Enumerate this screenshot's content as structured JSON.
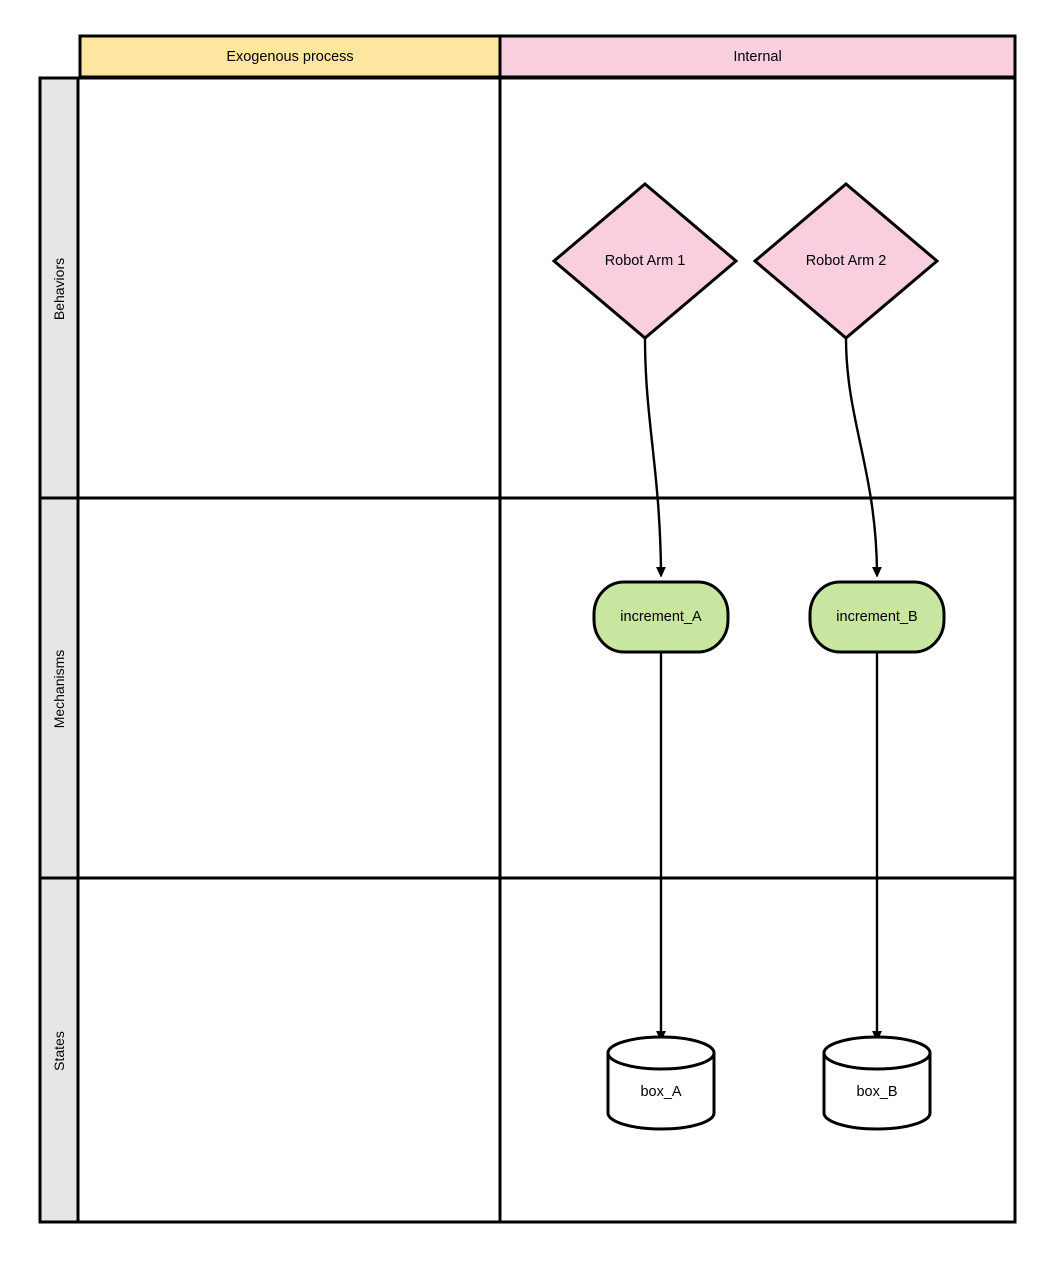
{
  "diagram": {
    "title": "Swimlane diagram: Exogenous process / Internal by Behaviors, Mechanisms, States",
    "type": "swimlane-flowchart",
    "colors": {
      "header_exogenous_fill": "#ffe6a0",
      "header_internal_fill": "#f9cede",
      "row_label_fill": "#e6e6e6",
      "diamond_fill": "#f9cede",
      "rounded_fill": "#c8e6a0",
      "cylinder_fill": "#ffffff",
      "stroke": "#000000",
      "background": "#ffffff"
    },
    "columns": [
      {
        "id": "exogenous",
        "label": "Exogenous process"
      },
      {
        "id": "internal",
        "label": "Internal"
      }
    ],
    "rows": [
      {
        "id": "behaviors",
        "label": "Behaviors"
      },
      {
        "id": "mechanisms",
        "label": "Mechanisms"
      },
      {
        "id": "states",
        "label": "States"
      }
    ],
    "nodes": [
      {
        "id": "robot_arm_1",
        "label": "Robot Arm 1",
        "shape": "diamond",
        "column": "internal",
        "row": "behaviors"
      },
      {
        "id": "robot_arm_2",
        "label": "Robot Arm 2",
        "shape": "diamond",
        "column": "internal",
        "row": "behaviors"
      },
      {
        "id": "increment_a",
        "label": "increment_A",
        "shape": "rounded-rect",
        "column": "internal",
        "row": "mechanisms"
      },
      {
        "id": "increment_b",
        "label": "increment_B",
        "shape": "rounded-rect",
        "column": "internal",
        "row": "mechanisms"
      },
      {
        "id": "box_a",
        "label": "box_A",
        "shape": "cylinder",
        "column": "internal",
        "row": "states"
      },
      {
        "id": "box_b",
        "label": "box_B",
        "shape": "cylinder",
        "column": "internal",
        "row": "states"
      }
    ],
    "edges": [
      {
        "from": "robot_arm_1",
        "to": "increment_a",
        "style": "curved-arrow"
      },
      {
        "from": "robot_arm_2",
        "to": "increment_b",
        "style": "curved-arrow"
      },
      {
        "from": "increment_a",
        "to": "box_a",
        "style": "straight-arrow"
      },
      {
        "from": "increment_b",
        "to": "box_b",
        "style": "straight-arrow"
      }
    ]
  }
}
